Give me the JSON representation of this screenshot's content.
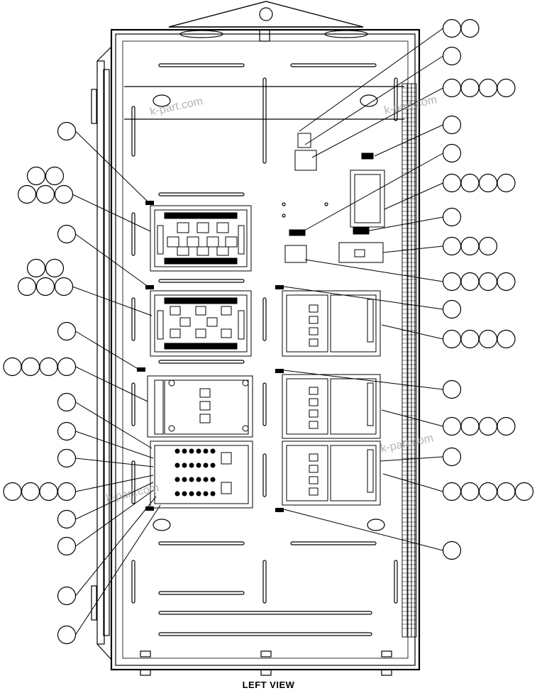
{
  "view_label": "LEFT VIEW",
  "watermark": "k-part.com",
  "balloon_groups": {
    "right": [
      2,
      1,
      4,
      1,
      1,
      4,
      1,
      3,
      4,
      1,
      4,
      1,
      4,
      1,
      5,
      1
    ],
    "left": [
      1,
      5,
      1,
      5,
      1,
      4,
      1,
      1,
      1,
      4,
      1,
      1,
      1,
      1
    ]
  },
  "components": {
    "cabinet": "cabinet-enclosure",
    "boards": [
      "relay-board-upper",
      "relay-board-lower",
      "control-board-left",
      "io-board-left",
      "control-board-right-1",
      "control-board-right-2",
      "control-board-right-3"
    ],
    "terminal_strip": "terminal-strip-right",
    "power_supply": "power-supply-box"
  }
}
